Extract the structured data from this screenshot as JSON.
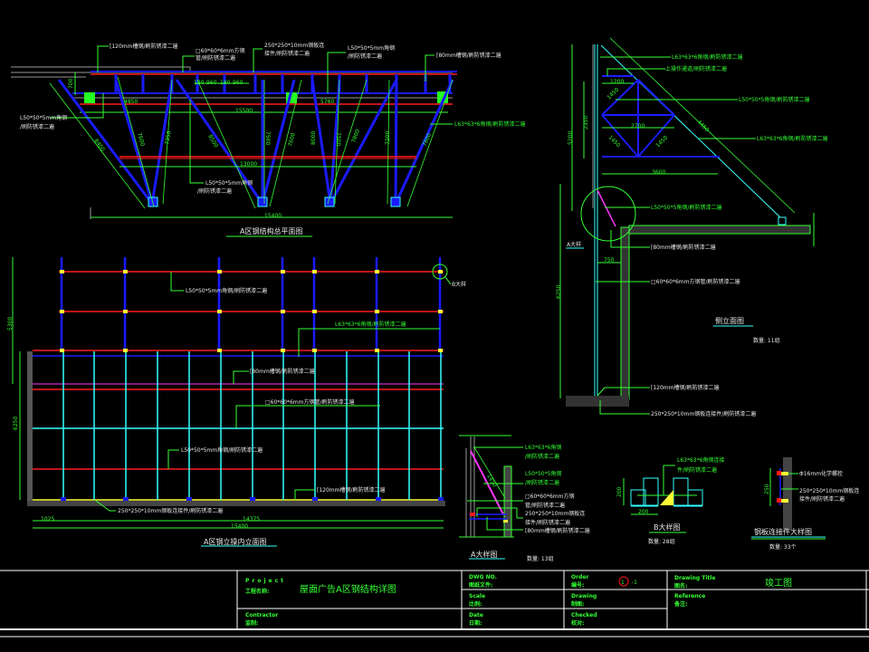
{
  "colors": {
    "background": "#000000",
    "leader": "#33ff33",
    "member_blue": "#1a1aff",
    "member_red": "#ff1a1a",
    "cyan": "#33ffff",
    "text": "#e8e8e8",
    "yellow": "#ffff33",
    "magenta": "#ff33ff"
  },
  "plan": {
    "title": "A区钢结构总平面图",
    "labels": {
      "channel120": "[120mm槽钢/刷防锈漆二遍",
      "tube_a": "□60*60*6mm方钢",
      "tube_b": "管/刷防锈漆二遍",
      "plate_a": "250*250*10mm钢板连",
      "plate_b": "接件/刷防锈漆二遍",
      "angle50_a": "L50*50*5mm角钢",
      "angle50_b": "/刷防锈漆二遍",
      "channel80": "[80mm槽钢/刷防锈漆二遍",
      "angle50_left_a": "L50*50*5mm角钢",
      "angle50_left_b": "/刷防锈漆二遍",
      "angle63": "L63*63*6角钢/刷防锈漆二遍",
      "angle50_bottom_a": "L50*50*5mm角钢",
      "angle50_bottom_b": "/刷防锈漆二遍"
    },
    "dims": {
      "d180a": "180",
      "d960a": "960",
      "d180b": "180",
      "d960b": "960",
      "d700": "700",
      "d4850": "4850",
      "d5760": "5760",
      "d15500": "15500",
      "d13000": "13000",
      "d15400": "15400",
      "diag": [
        "8400",
        "7600",
        "7350",
        "8500",
        "7500",
        "7600",
        "8000",
        "7500",
        "7800",
        "7200",
        "7800"
      ]
    }
  },
  "elevation": {
    "title": "A区钢立操内立面图",
    "callout": "B大样",
    "labels": {
      "angle50_top": "L50*50*5mm角钢/刷防锈漆二遍",
      "angle63": "L63*63*6角钢/刷防锈漆二遍",
      "channel80": "[80mm槽钢/刷防锈漆二遍",
      "tube": "□60*60*6mm方钢管/刷防锈漆二遍",
      "angle50_mid": "L50*50*5mm角钢/刷防锈漆二遍",
      "channel120": "[120mm槽钢/刷防锈漆二遍",
      "plate": "250*250*10mm钢板连接件/刷防锈漆二遍"
    },
    "dims": {
      "h5300": "5300",
      "h6250": "6250",
      "w1025": "1025",
      "w14375": "14375",
      "w15400": "15400"
    }
  },
  "side": {
    "title": "侧立面图",
    "quantity": "数量: 11组",
    "callout": "A大样",
    "labels": {
      "angle63_top": "L63*63*6角钢/刷防锈漆二遍",
      "platform": "上操作通道/刷防锈漆二遍",
      "angle50": "L50*50*5角钢/刷防锈漆二遍",
      "angle63_mid": "L63*63*6角钢/刷防锈漆二遍",
      "angle50_low": "L50*50*5角钢/刷防锈漆二遍",
      "channel80": "[80mm槽钢/刷防锈漆二遍",
      "tube": "□60*60*6mm方钢管/刷防锈漆二遍",
      "channel120": "[120mm槽钢/刷防锈漆二遍",
      "plate": "250*250*10mm钢板连接件/刷防锈漆二遍"
    },
    "dims": {
      "d1200": "1200",
      "d2700": "2700",
      "d3600": "3600",
      "d2350": "2350",
      "d5200": "5200",
      "d750": "750",
      "d6250": "6250",
      "d1450a": "1450",
      "d1450b": "1450",
      "d1450c": "1450",
      "d4450": "4450"
    }
  },
  "detail_a": {
    "title": "A大样图",
    "quantity": "数量: 13组",
    "labels": {
      "l1a": "L63*63*6角钢",
      "l1b": "/刷防锈漆二遍",
      "l2a": "L50*50*5角钢",
      "l2b": "/刷防锈漆二遍",
      "l3a": "□60*60*6mm方钢",
      "l3b": "管/刷防锈漆二遍",
      "l4a": "250*250*10mm钢板连",
      "l4b": "接件/刷防锈漆二遍",
      "l5": "[80mm槽钢/刷防锈漆二遍",
      "dim": "1450"
    }
  },
  "detail_b": {
    "title": "B大样图",
    "quantity": "数量: 28组",
    "labels": {
      "l1a": "L63*63*6角钢连接",
      "l1b": "件/刷防锈漆二遍",
      "h200": "200",
      "w200": "200"
    }
  },
  "detail_plate": {
    "title": "钢板连接件大样图",
    "quantity": "数量: 33个",
    "labels": {
      "bolt": "Φ16mm化学螺栓",
      "plate_a": "250*250*10mm钢板连",
      "plate_b": "接件/刷防锈漆二遍",
      "h250": "250"
    }
  },
  "title_block": {
    "project_en": "Project",
    "project_cn": "工程名称:",
    "project_name": "屋面广告A区钢结构详图",
    "contractor_en": "Contractor",
    "contractor_cn": "监制:",
    "dwg_no_en": "DWG NO.",
    "dwg_no_cn": "图纸文件:",
    "scale_en": "Scale",
    "scale_cn": "比例:",
    "date_en": "Date",
    "date_cn": "日期:",
    "order_en": "Order",
    "order_cn": "编号:",
    "order_num": "1",
    "order_suffix": "-1",
    "drawing_en": "Drawing",
    "drawing_cn": "制图:",
    "checked_en": "Checked",
    "checked_cn": "校对:",
    "title_en": "Drawing Title",
    "title_cn": "图名:",
    "title_value": "竣工图",
    "reference_en": "Reference",
    "reference_cn": "备注:"
  }
}
